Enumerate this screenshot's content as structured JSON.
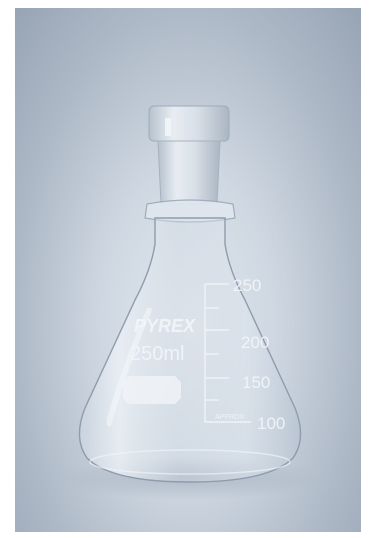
{
  "flask": {
    "brand": "PYREX",
    "capacity": "250ml",
    "approx_label": "APPROX",
    "graduations": [
      "250",
      "200",
      "150",
      "100"
    ]
  },
  "colors": {
    "background_light": "#dfe5ec",
    "background_dark": "#97a4b4",
    "glass_highlight": "#f4f7fa",
    "marking_white": "#f2f6fa"
  }
}
